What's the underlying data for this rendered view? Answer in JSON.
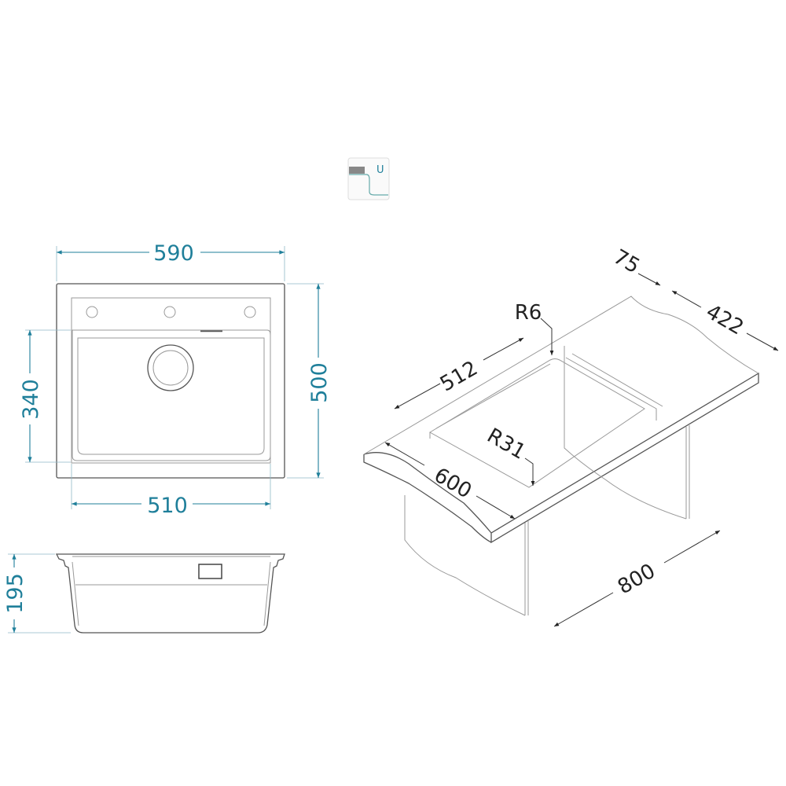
{
  "colors": {
    "dimension": "#1f7f9a",
    "outline": "#555555"
  },
  "icon": {
    "name": "undermount-installation-icon",
    "letter": "U"
  },
  "top_view": {
    "width": "590",
    "height": "500",
    "bowl_length": "340",
    "bowl_width": "510"
  },
  "side_view": {
    "depth": "195"
  },
  "installation": {
    "r6": "R6",
    "r31": "R31",
    "d512": "512",
    "d600": "600",
    "d800": "800",
    "d422": "422",
    "d75": "75"
  }
}
